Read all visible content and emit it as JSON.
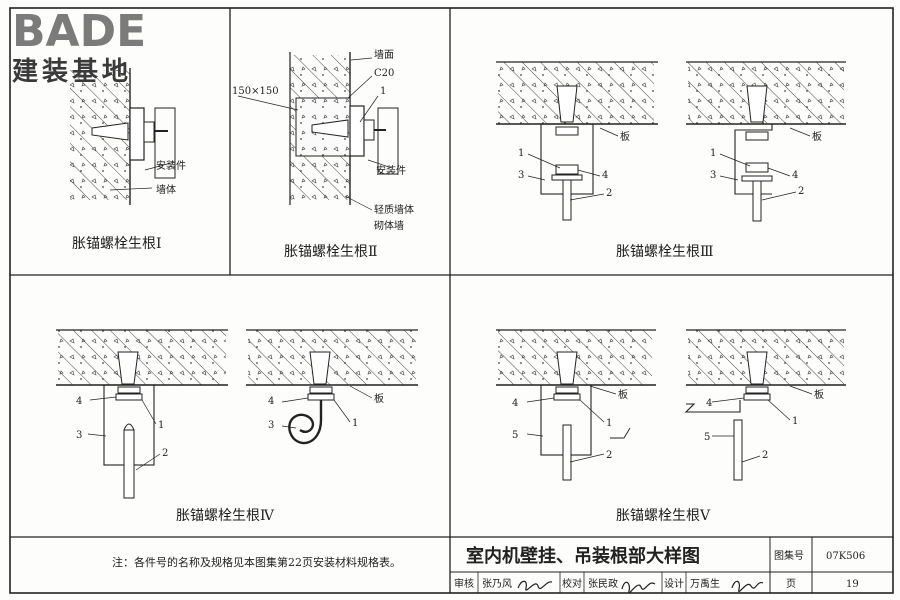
{
  "logo": {
    "brand": "BADE",
    "subtitle": "建装基地"
  },
  "panels": {
    "p1": {
      "caption": "胀锚螺栓生根Ⅰ",
      "labels": [
        "安装件",
        "墙体"
      ]
    },
    "p2": {
      "caption": "胀锚螺栓生根Ⅱ",
      "labels": [
        "150×150",
        "墙面",
        "C20",
        "1",
        "安装件",
        "轻质墙体",
        "砌体墙"
      ]
    },
    "p3": {
      "caption": "胀锚螺栓生根Ⅲ",
      "labels": [
        "板",
        "1",
        "3",
        "4",
        "2"
      ]
    },
    "p4": {
      "caption": "胀锚螺栓生根Ⅳ",
      "labels": [
        "4",
        "3",
        "1",
        "2",
        "板"
      ]
    },
    "p5": {
      "caption": "胀锚螺栓生根Ⅴ",
      "labels": [
        "4",
        "5",
        "1",
        "2",
        "板"
      ]
    }
  },
  "note": "注：各件号的名称及规格见本图集第22页安装材料规格表。",
  "title_block": {
    "title": "室内机壁挂、吊装根部大样图",
    "atlas_label": "图集号",
    "atlas_no": "07K506",
    "review_label": "审核",
    "reviewer": "张乃风",
    "check_label": "校对",
    "checker": "张民政",
    "design_label": "设计",
    "designer": "万禹生",
    "page_label": "页",
    "page_no": "19"
  }
}
